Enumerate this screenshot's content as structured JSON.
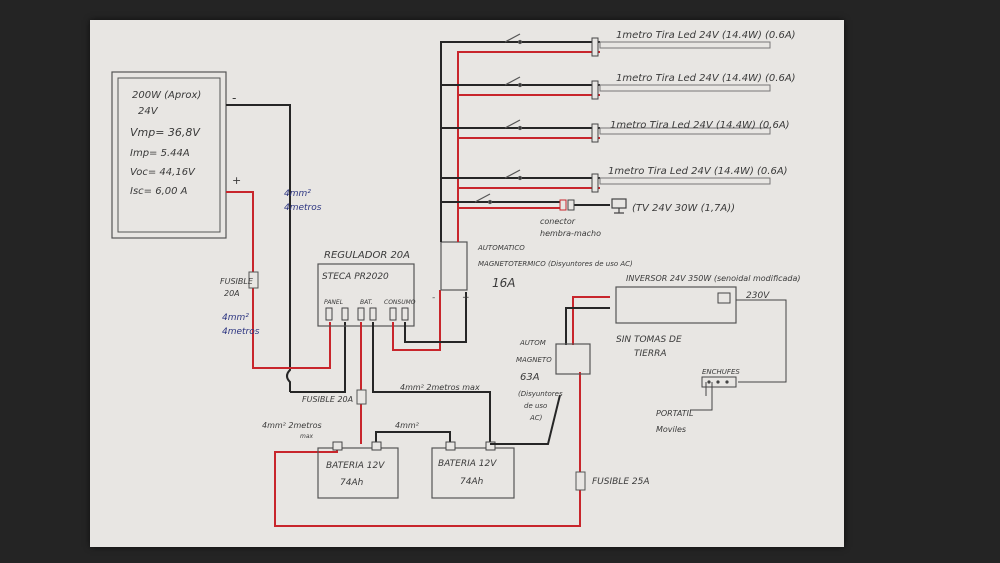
{
  "panel": {
    "title": "200W (Aprox)",
    "voltage": "24V",
    "vmp": "Vmp= 36,8V",
    "imp": "Imp= 5.44A",
    "voc": "Voc= 44,16V",
    "isc": "Isc= 6,00 A",
    "minus": "-",
    "plus": "+"
  },
  "wire_panel": {
    "line1": "4mm²",
    "line2": "4metros"
  },
  "fuse_panel": {
    "line1": "FUSIBLE",
    "line2": "20A"
  },
  "wire_fuse": {
    "line1": "4mm²",
    "line2": "4metros"
  },
  "regulator": {
    "title": "REGULADOR 20A",
    "model": "STECA PR2020",
    "terminals": [
      "PANEL",
      "BAT.",
      "CONSUMO"
    ]
  },
  "breaker16": {
    "label1": "AUTOMATICO",
    "label2": "MAGNETOTERMICO (Disyuntores de uso AC)",
    "rating": "16A",
    "minus": "-",
    "plus": "+"
  },
  "loads": [
    {
      "label": "1metro Tira Led 24V (14.4W) (0.6A)"
    },
    {
      "label": "1metro Tira Led 24V (14.4W) (0.6A)"
    },
    {
      "label": "1metro Tira Led 24V (14.4W) (0.6A)"
    },
    {
      "label": "1metro Tira Led 24V (14.4W) (0.6A)"
    }
  ],
  "tv": {
    "label": "(TV 24V 30W (1,7A))",
    "connector1": "conector",
    "connector2": "hembra-macho"
  },
  "fuse_bat": {
    "label": "FUSIBLE 20A"
  },
  "wire_reg_bat": {
    "label": "4mm² 2metros max"
  },
  "wire_bat_left": {
    "line1": "4mm² 2metros",
    "line2": "max"
  },
  "wire_bridge": {
    "label": "4mm²"
  },
  "batteries": [
    {
      "line1": "BATERIA 12V",
      "line2": "74Ah"
    },
    {
      "line1": "BATERIA 12V",
      "line2": "74Ah"
    }
  ],
  "breaker63": {
    "label1": "AUTOM",
    "label2": "MAGNETO",
    "rating": "63A",
    "note1": "(Disyuntores",
    "note2": "de uso",
    "note3": "AC)"
  },
  "inverter": {
    "title": "INVERSOR 24V 350W (senoidal modificada)",
    "output": "230V",
    "no_ground1": "SIN TOMAS DE",
    "no_ground2": "TIERRA"
  },
  "outlets": {
    "label": "ENCHUFES",
    "device1": "PORTATIL",
    "device2": "Moviles"
  },
  "fuse_main": {
    "label": "FUSIBLE 25A"
  },
  "colors": {
    "red": "#c8262c",
    "black": "#262626",
    "paper": "#e8e6e3",
    "blue_ink": "#2b3480"
  }
}
